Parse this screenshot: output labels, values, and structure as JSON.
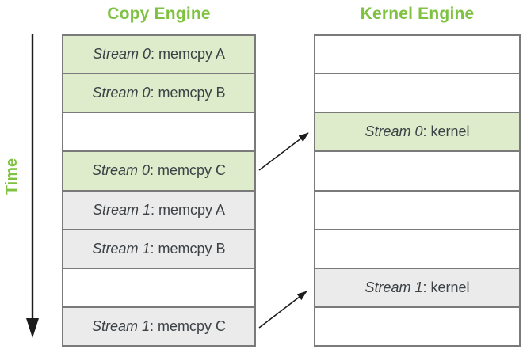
{
  "headers": {
    "copy_engine": "Copy Engine",
    "kernel_engine": "Kernel Engine"
  },
  "time_axis": {
    "label": "Time",
    "direction": "downward"
  },
  "colors": {
    "header_green": "#7fc241",
    "stream0_cell_green": "#dfeccb",
    "stream1_cell_gray": "#ebebeb",
    "empty_cell_white": "#ffffff",
    "cell_border_gray": "#7a7a7a",
    "cell_text": "#3c4145",
    "arrow_black": "#1c1c1c"
  },
  "copy_engine": {
    "rows": [
      {
        "stream": "Stream 0",
        "op": ": memcpy A",
        "fill": "green"
      },
      {
        "stream": "Stream 0",
        "op": ": memcpy B",
        "fill": "green"
      },
      {
        "stream": "",
        "op": "",
        "fill": "white"
      },
      {
        "stream": "Stream 0",
        "op": ": memcpy C",
        "fill": "green"
      },
      {
        "stream": "Stream 1",
        "op": ": memcpy A",
        "fill": "gray"
      },
      {
        "stream": "Stream 1",
        "op": ": memcpy B",
        "fill": "gray"
      },
      {
        "stream": "",
        "op": "",
        "fill": "white"
      },
      {
        "stream": "Stream 1",
        "op": ": memcpy C",
        "fill": "gray"
      }
    ]
  },
  "kernel_engine": {
    "rows": [
      {
        "stream": "",
        "op": "",
        "fill": "white"
      },
      {
        "stream": "",
        "op": "",
        "fill": "white"
      },
      {
        "stream": "Stream 0",
        "op": ": kernel",
        "fill": "green"
      },
      {
        "stream": "",
        "op": "",
        "fill": "white"
      },
      {
        "stream": "",
        "op": "",
        "fill": "white"
      },
      {
        "stream": "",
        "op": "",
        "fill": "white"
      },
      {
        "stream": "Stream 1",
        "op": ": kernel",
        "fill": "gray"
      },
      {
        "stream": "",
        "op": "",
        "fill": "white"
      }
    ]
  },
  "arrows": [
    {
      "from": "Stream 0: memcpy C",
      "to": "Stream 0: kernel"
    },
    {
      "from": "Stream 1: memcpy C",
      "to": "Stream 1: kernel"
    }
  ]
}
